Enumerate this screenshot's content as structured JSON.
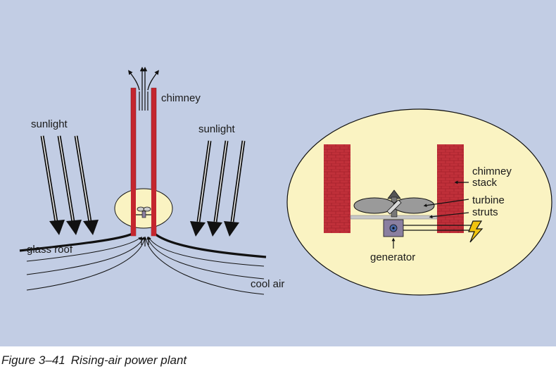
{
  "labels": {
    "chimney": "chimney",
    "sunlight_left": "sunlight",
    "sunlight_right": "sunlight",
    "glass_roof": "glass roof",
    "cool_air": "cool air",
    "chimney_stack_1": "chimney",
    "chimney_stack_2": "stack",
    "turbine": "turbine",
    "struts": "struts",
    "generator": "generator"
  },
  "caption": {
    "number": "Figure 3–41",
    "title": "Rising-air power plant"
  },
  "colors": {
    "background": "#c2cde4",
    "chimney": "#c4262e",
    "inset": "#faf3c2",
    "brick": "#c0303a",
    "generator": "#8a7fa0",
    "spark": "#f1c40f"
  }
}
